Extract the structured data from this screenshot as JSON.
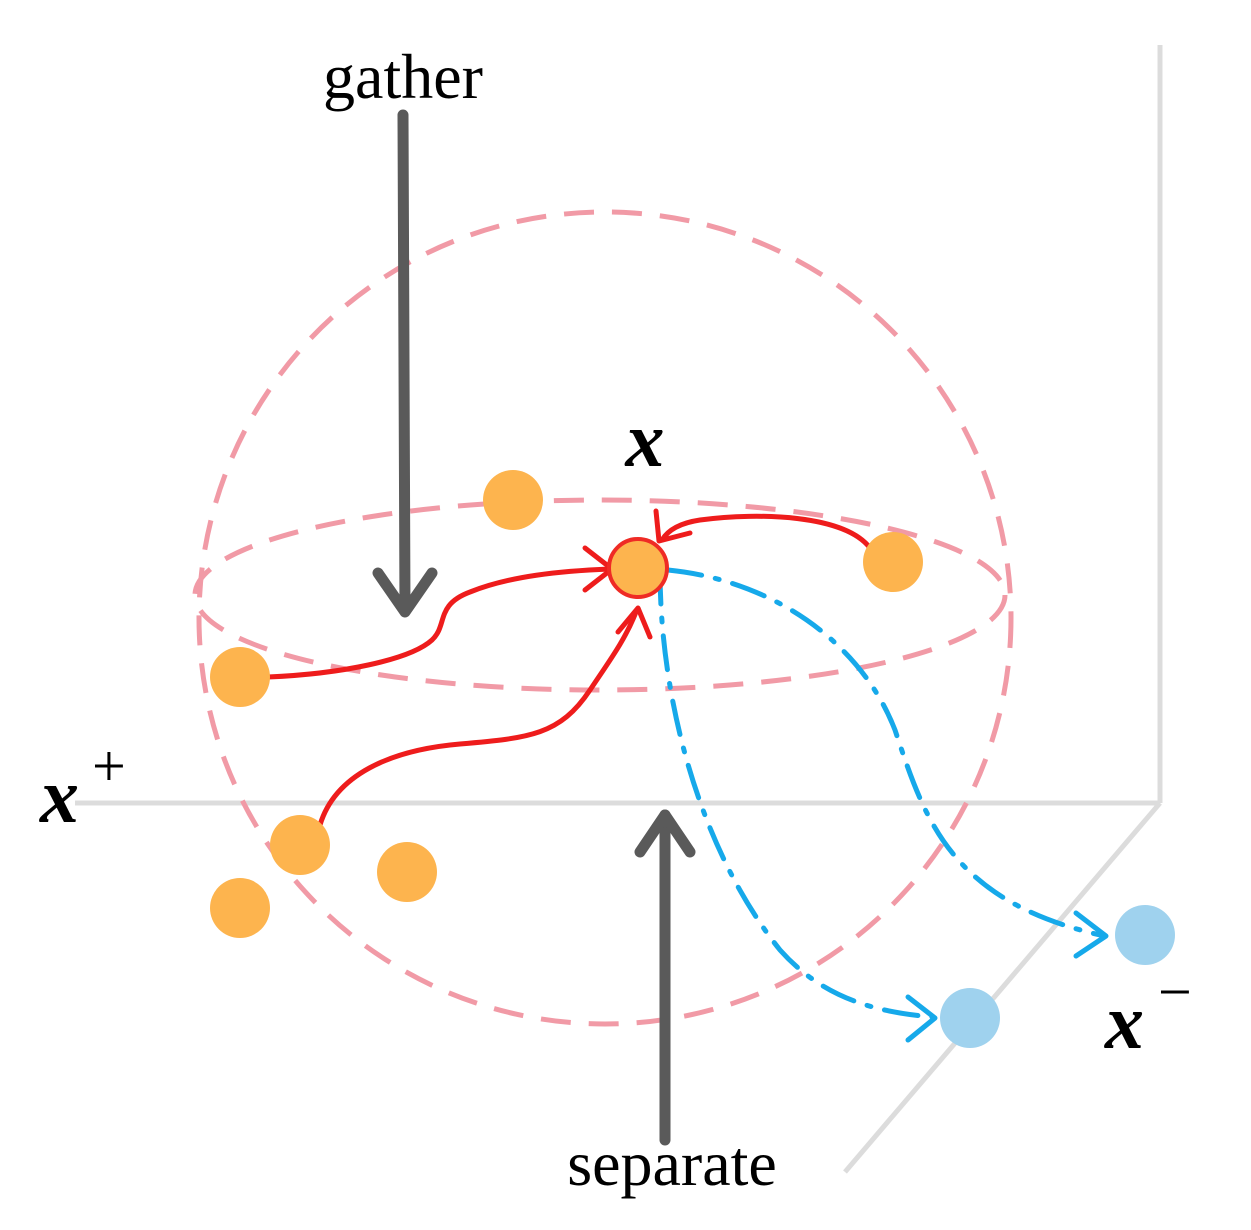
{
  "labels": {
    "gather": "gather",
    "separate": "separate",
    "anchor": "x",
    "positive": "x",
    "positive_sup": "+",
    "negative": "x",
    "negative_sup": "−"
  },
  "colors": {
    "axis": "#dcdcdc",
    "sphere_dashed": "#f19aa6",
    "positive_point": "#fdb44e",
    "anchor_outline": "#ef2b25",
    "negative_point": "#9fd2ee",
    "pull_arrow": "#ee1c1c",
    "push_arrow": "#16a9ea",
    "big_arrow": "#5a5a5a",
    "text": "#000000"
  }
}
